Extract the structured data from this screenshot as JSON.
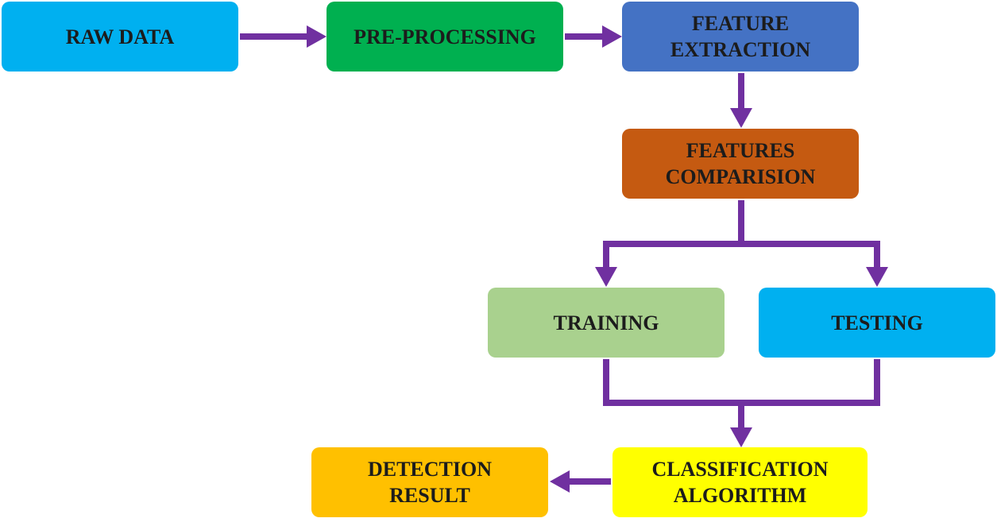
{
  "colors": {
    "arrow": "#7030a0",
    "raw_data": "#00b0f0",
    "pre_processing": "#00b050",
    "feature_extraction": "#4472c4",
    "features_comparision": "#c55a11",
    "training": "#a9d18e",
    "testing": "#00b0f0",
    "classification_algorithm": "#ffff00",
    "detection_result": "#ffc000"
  },
  "nodes": {
    "raw_data": "RAW DATA",
    "pre_processing": "PRE-PROCESSING",
    "feature_extraction": "FEATURE\nEXTRACTION",
    "features_comparision": "FEATURES\nCOMPARISION",
    "training": "TRAINING",
    "testing": "TESTING",
    "classification_algorithm": "CLASSIFICATION\nALGORITHM",
    "detection_result": "DETECTION\nRESULT"
  },
  "edges": [
    {
      "from": "RAW DATA",
      "to": "PRE-PROCESSING"
    },
    {
      "from": "PRE-PROCESSING",
      "to": "FEATURE EXTRACTION"
    },
    {
      "from": "FEATURE EXTRACTION",
      "to": "FEATURES COMPARISION"
    },
    {
      "from": "FEATURES COMPARISION",
      "to": "TRAINING"
    },
    {
      "from": "FEATURES COMPARISION",
      "to": "TESTING"
    },
    {
      "from": "TRAINING",
      "to": "CLASSIFICATION ALGORITHM"
    },
    {
      "from": "TESTING",
      "to": "CLASSIFICATION ALGORITHM"
    },
    {
      "from": "CLASSIFICATION ALGORITHM",
      "to": "DETECTION RESULT"
    }
  ]
}
